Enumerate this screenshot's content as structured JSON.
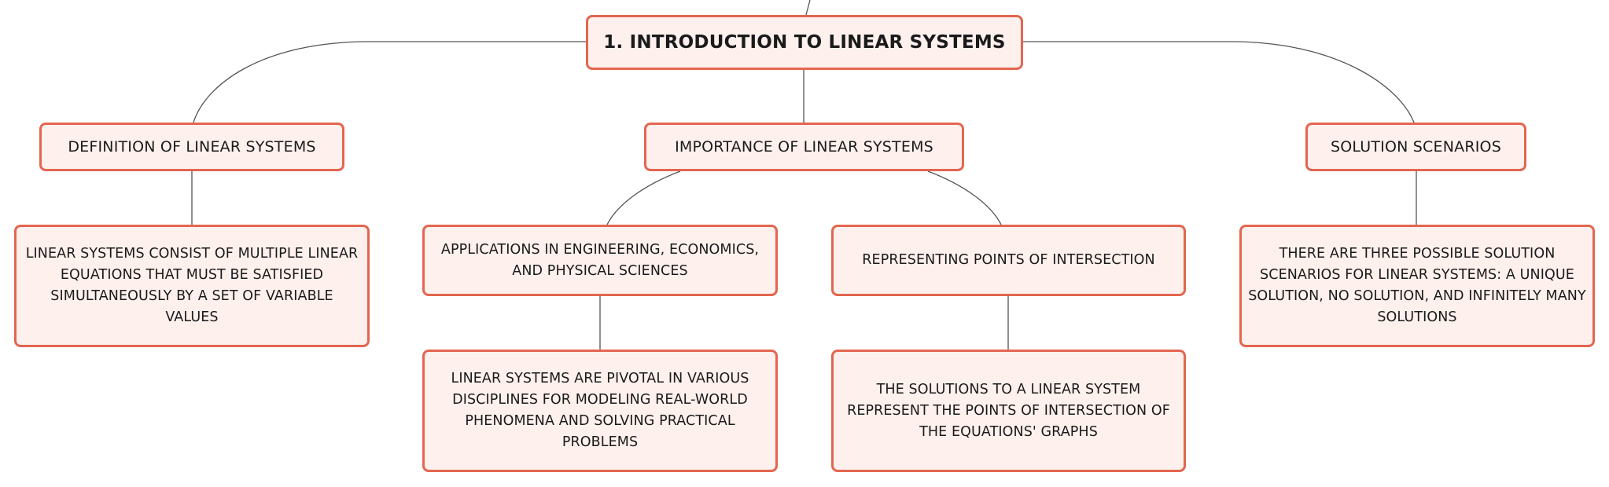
{
  "diagram": {
    "root": {
      "label": "1. INTRODUCTION TO LINEAR SYSTEMS"
    },
    "branches": {
      "definition": {
        "label": "DEFINITION OF LINEAR SYSTEMS",
        "detail": "LINEAR SYSTEMS CONSIST OF MULTIPLE LINEAR EQUATIONS THAT MUST BE SATISFIED SIMULTANEOUSLY BY A SET OF VARIABLE VALUES"
      },
      "importance": {
        "label": "IMPORTANCE OF LINEAR SYSTEMS",
        "children": {
          "applications": {
            "label": "APPLICATIONS IN ENGINEERING, ECONOMICS, AND PHYSICAL SCIENCES",
            "detail": "LINEAR SYSTEMS ARE PIVOTAL IN VARIOUS DISCIPLINES FOR MODELING REAL-WORLD PHENOMENA AND SOLVING PRACTICAL PROBLEMS"
          },
          "representing": {
            "label": "REPRESENTING POINTS OF INTERSECTION",
            "detail": "THE SOLUTIONS TO A LINEAR SYSTEM REPRESENT THE POINTS OF INTERSECTION OF THE EQUATIONS' GRAPHS"
          }
        }
      },
      "solution": {
        "label": "SOLUTION SCENARIOS",
        "detail": "THERE ARE THREE POSSIBLE SOLUTION SCENARIOS FOR LINEAR SYSTEMS: A UNIQUE SOLUTION, NO SOLUTION, AND INFINITELY MANY SOLUTIONS"
      }
    },
    "colors": {
      "node_border": "#e36650",
      "node_fill": "#fdf0ed",
      "connector": "#555555",
      "text": "#1a1a1a"
    }
  }
}
